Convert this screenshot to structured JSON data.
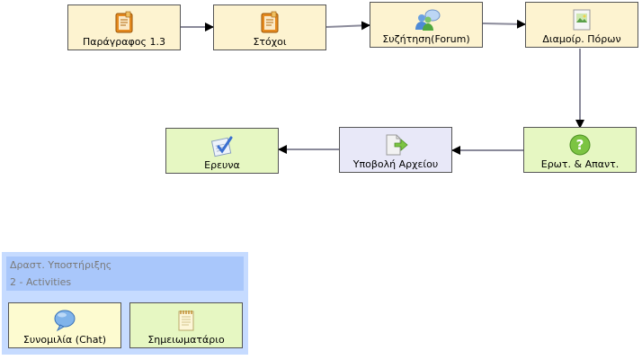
{
  "flow": {
    "nodes": [
      {
        "id": "paragraph",
        "label": "Παράγραφος 1.3",
        "icon": "notebook-icon"
      },
      {
        "id": "goals",
        "label": "Στόχοι",
        "icon": "notebook-icon"
      },
      {
        "id": "forum",
        "label": "Συζήτηση(Forum)",
        "icon": "forum-users-icon"
      },
      {
        "id": "resources",
        "label": "Διαμοίρ. Πόρων",
        "icon": "image-resource-icon"
      },
      {
        "id": "qa",
        "label": "Ερωτ. & Απαντ.",
        "icon": "question-icon"
      },
      {
        "id": "submit",
        "label": "Υποβολή Αρχείου",
        "icon": "file-submit-icon"
      },
      {
        "id": "research",
        "label": "Ερευνα",
        "icon": "survey-check-icon"
      }
    ]
  },
  "support": {
    "title": "Δραστ. Υποστήριξης",
    "count": "2 - Activities",
    "items": [
      {
        "label": "Συνομιλία (Chat)",
        "icon": "chat-bubble-icon"
      },
      {
        "label": "Σημειωματάριο",
        "icon": "notepad-icon"
      }
    ]
  },
  "colors": {
    "node_yellow": "#fdf3d0",
    "node_green": "#e6f7c2",
    "node_lavender": "#e8e8f8",
    "support_panel": "#c6dbff",
    "support_header": "#a9c7fb",
    "connector": "#8a8a9a"
  }
}
